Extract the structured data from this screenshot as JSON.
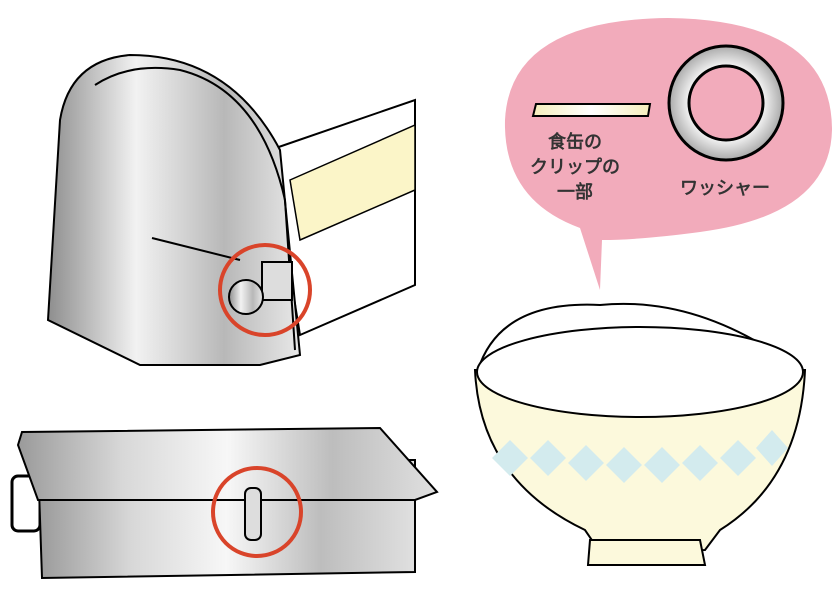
{
  "labels": {
    "clip_part": [
      "食缶の",
      "クリップの",
      "一部"
    ],
    "washer": "ワッシャー"
  },
  "colors": {
    "bubble": "#f2abbb",
    "highlight_circle": "#d9442a",
    "metal": "#c8c8c8",
    "bowl_pattern": "#d3ebee",
    "cream": "#fcf6d2"
  }
}
